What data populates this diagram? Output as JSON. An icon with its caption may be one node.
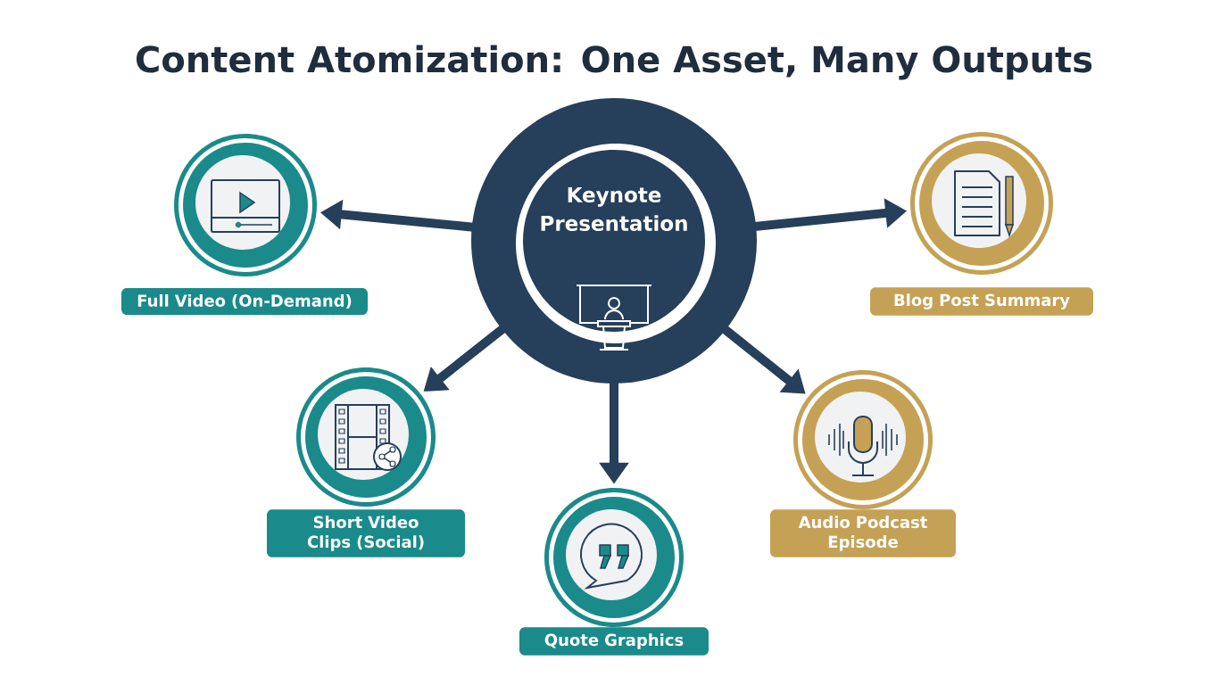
{
  "diagram": {
    "title": "Content Atomization: One Asset, Many Outputs",
    "nodes": [
      {
        "text": [
          "Keynote Presentation"
        ]
      },
      {
        "text": [
          "Full Video (On-Demand)"
        ]
      },
      {
        "text": [
          "Blog Post Summary"
        ]
      },
      {
        "text": [
          "Short Video Clips (Social)"
        ]
      },
      {
        "text": [
          "Quote Graphics"
        ]
      },
      {
        "text": [
          "Audio Podcast Episode"
        ]
      }
    ],
    "edges": [
      {
        "from": 0,
        "to": 1,
        "arrow": "to"
      },
      {
        "from": 0,
        "to": 2,
        "arrow": "to"
      },
      {
        "from": 0,
        "to": 3,
        "arrow": "to"
      },
      {
        "from": 0,
        "to": 4,
        "arrow": "to"
      },
      {
        "from": 0,
        "to": 5,
        "arrow": "to"
      }
    ]
  }
}
